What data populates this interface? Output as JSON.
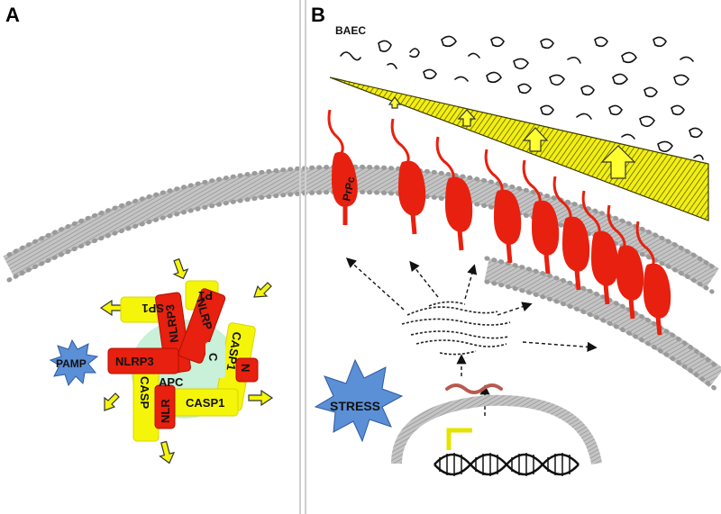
{
  "panels": {
    "a_label": "A",
    "b_label": "B"
  },
  "panel_a": {
    "pamp": "PAMP",
    "apc_center": "APC",
    "nlrp3_main": "NLRP3",
    "nlrp3_vertical": "NLRP3",
    "nlrp3_top": "NLRP",
    "nlrp_bottom": "NLR",
    "casp1_right": "CASP1",
    "casp1_bottom": "CASP1",
    "casp_left": "CASP",
    "sp1_top": "SP1",
    "frag_top": "P1",
    "frag_c": "C",
    "frag_n": "N"
  },
  "panel_b": {
    "baec": "BAEC",
    "prpc": "PrPc",
    "stress": "STRESS"
  },
  "colors": {
    "red": "#e8200f",
    "yellow": "#f5f50a",
    "mint": "#c9f0d8",
    "blue_star": "#5b8fd6",
    "membrane": "#b9b9b9",
    "mrna": "#b85a4f"
  }
}
